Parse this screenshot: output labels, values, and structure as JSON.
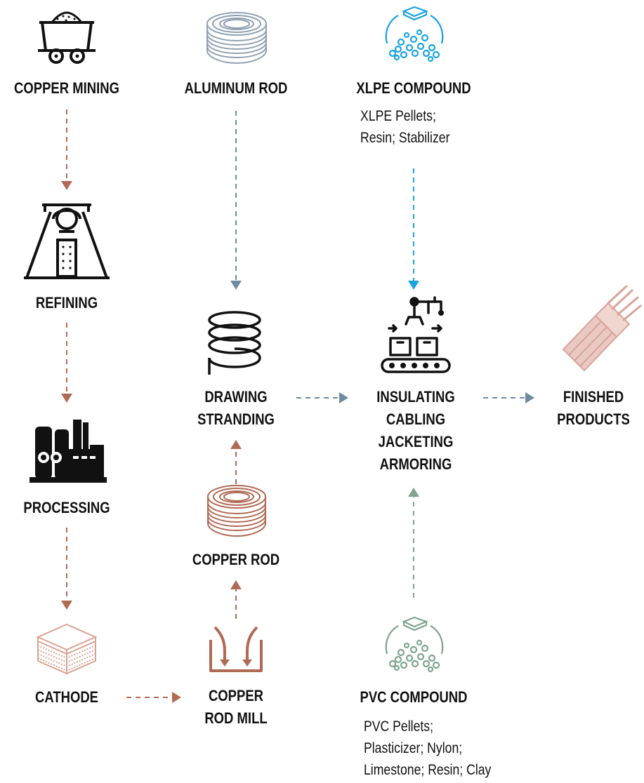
{
  "colors": {
    "copper": "#b06a55",
    "steel": "#6f8aa3",
    "cyan": "#1aa3e0",
    "green": "#7fa58e",
    "ink": "#111111",
    "pink": "#d7a49a"
  },
  "nodes": {
    "copper_mining": {
      "label": "COPPER MINING",
      "icon": "mine-cart-icon"
    },
    "refining": {
      "label": "REFINING",
      "icon": "headframe-icon"
    },
    "processing": {
      "label": "PROCESSING",
      "icon": "factory-icon"
    },
    "cathode": {
      "label": "CATHODE",
      "icon": "cathode-stack-icon"
    },
    "aluminum_rod": {
      "label": "ALUMINUM ROD",
      "icon": "aluminum-coil-icon"
    },
    "drawing": {
      "lines": [
        "DRAWING",
        "STRANDING"
      ],
      "icon": "spring-coil-icon"
    },
    "copper_rod": {
      "label": "COPPER ROD",
      "icon": "copper-coil-icon"
    },
    "rod_mill": {
      "lines": [
        "COPPER",
        "ROD MILL"
      ],
      "icon": "rod-mill-icon"
    },
    "xlpe": {
      "label": "XLPE COMPOUND",
      "icon": "xlpe-pellets-icon",
      "desc": [
        "XLPE Pellets;",
        "Resin; Stabilizer"
      ]
    },
    "insulating": {
      "lines": [
        "INSULATING",
        "CABLING",
        "JACKETING",
        "ARMORING"
      ],
      "icon": "robot-conveyor-icon"
    },
    "pvc": {
      "label": "PVC COMPOUND",
      "icon": "pvc-pellets-icon",
      "desc": [
        "PVC Pellets;",
        "Plasticizer; Nylon;",
        "Limestone; Resin; Clay"
      ]
    },
    "finished": {
      "lines": [
        "FINISHED",
        "PRODUCTS"
      ],
      "icon": "cable-icon"
    }
  }
}
